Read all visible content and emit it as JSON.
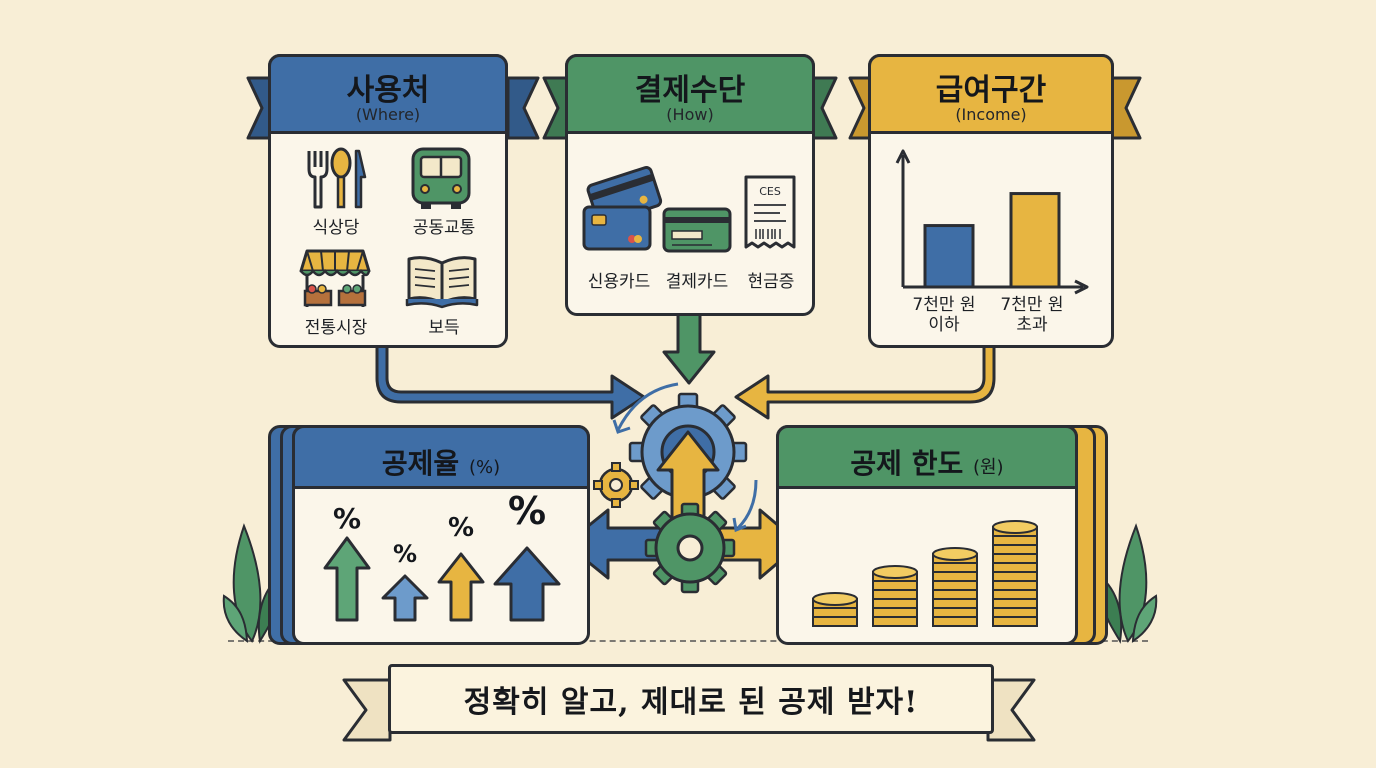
{
  "categories": [
    {
      "title": "사용처",
      "subtitle": "(Where)",
      "color": "#3f6ea6",
      "items": [
        {
          "label": "식상당",
          "icon": "restaurant-icon"
        },
        {
          "label": "공동교통",
          "icon": "bus-icon"
        },
        {
          "label": "전통시장",
          "icon": "market-stall-icon"
        },
        {
          "label": "보득",
          "icon": "open-book-icon"
        }
      ]
    },
    {
      "title": "결제수단",
      "subtitle": "(How)",
      "color": "#4f9566",
      "items": [
        {
          "label": "신용카드",
          "icon": "credit-card-icon"
        },
        {
          "label": "결제카드",
          "icon": "debit-card-icon"
        },
        {
          "label": "현금증",
          "icon": "receipt-icon",
          "receipt_text": "CES"
        }
      ]
    },
    {
      "title": "급여구간",
      "subtitle": "(Income)",
      "color": "#e7b541",
      "bars": [
        {
          "label_line1": "7천만 원",
          "label_line2": "이하",
          "relative_height": 0.48,
          "color": "#3f6ea6"
        },
        {
          "label_line1": "7천만 원",
          "label_line2": "초과",
          "relative_height": 0.73,
          "color": "#e7b541"
        }
      ]
    }
  ],
  "rate_panel": {
    "title": "공제율",
    "suffix": "(%)",
    "color": "#3f6ea6",
    "percent_symbol": "%"
  },
  "limit_panel": {
    "title": "공제 한도",
    "suffix": "(원)",
    "color": "#4f9566"
  },
  "banner": {
    "text": "정확히 알고, 제대로 된 공제 받자!"
  },
  "colors": {
    "background": "#f8eed6",
    "blue": "#3f6ea6",
    "green": "#4f9566",
    "gold": "#e7b541",
    "outline": "#2a2d33"
  }
}
